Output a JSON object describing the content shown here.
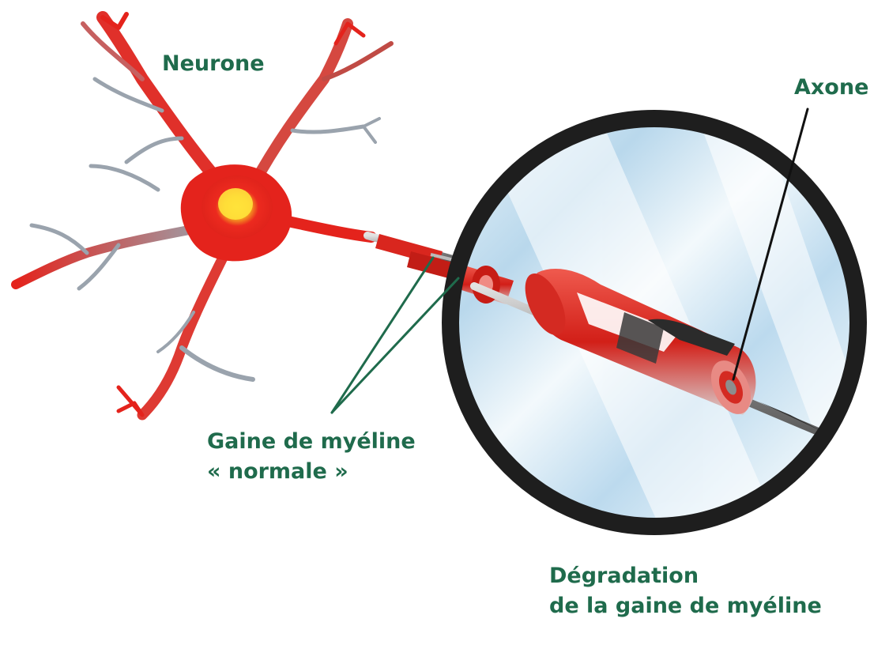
{
  "labels": {
    "neurone": "Neurone",
    "axone": "Axone",
    "gaine_normale": {
      "line1": "Gaine de myéline",
      "line2": "« normale »"
    },
    "degradation": {
      "line1": "Dégradation",
      "line2": "de la gaine de myéline"
    }
  },
  "colors": {
    "label_text": "#1f6b4c",
    "neuron_red": "#e4231c",
    "nucleus_yellow": "#f5d51c",
    "dendrite_grey": "#9aa3ad",
    "lens_ring": "#1e1e1e",
    "lens_glass": "#cde3f0",
    "myelin_red": "#d72a22",
    "axon_grey": "#9b9b9b"
  }
}
